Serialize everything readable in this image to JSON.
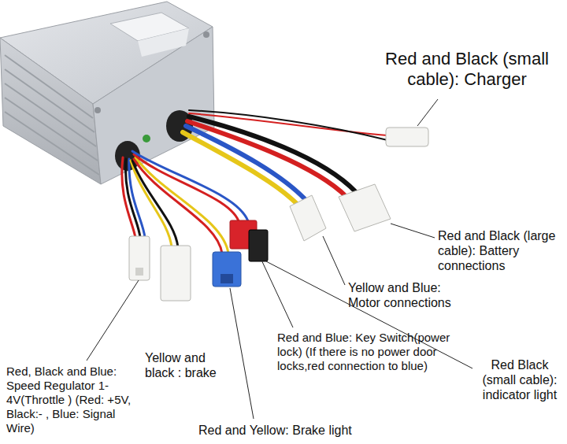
{
  "diagram": {
    "labels": [
      "Red and Black (small cable): Charger",
      "Red and Black (large cable): Battery connections",
      "Yellow and Blue: Motor connections",
      "Red Black (small cable): indicator light",
      "Red and Blue: Key Switch(power lock) (If there is no power door locks,red connection to blue)",
      "Yellow and black : brake",
      "Red, Black and Blue: Speed Regulator 1-4V(Throttle ) (Red: +5V, Black:- , Blue: Signal Wire)",
      "Red and Yellow: Brake light"
    ]
  }
}
